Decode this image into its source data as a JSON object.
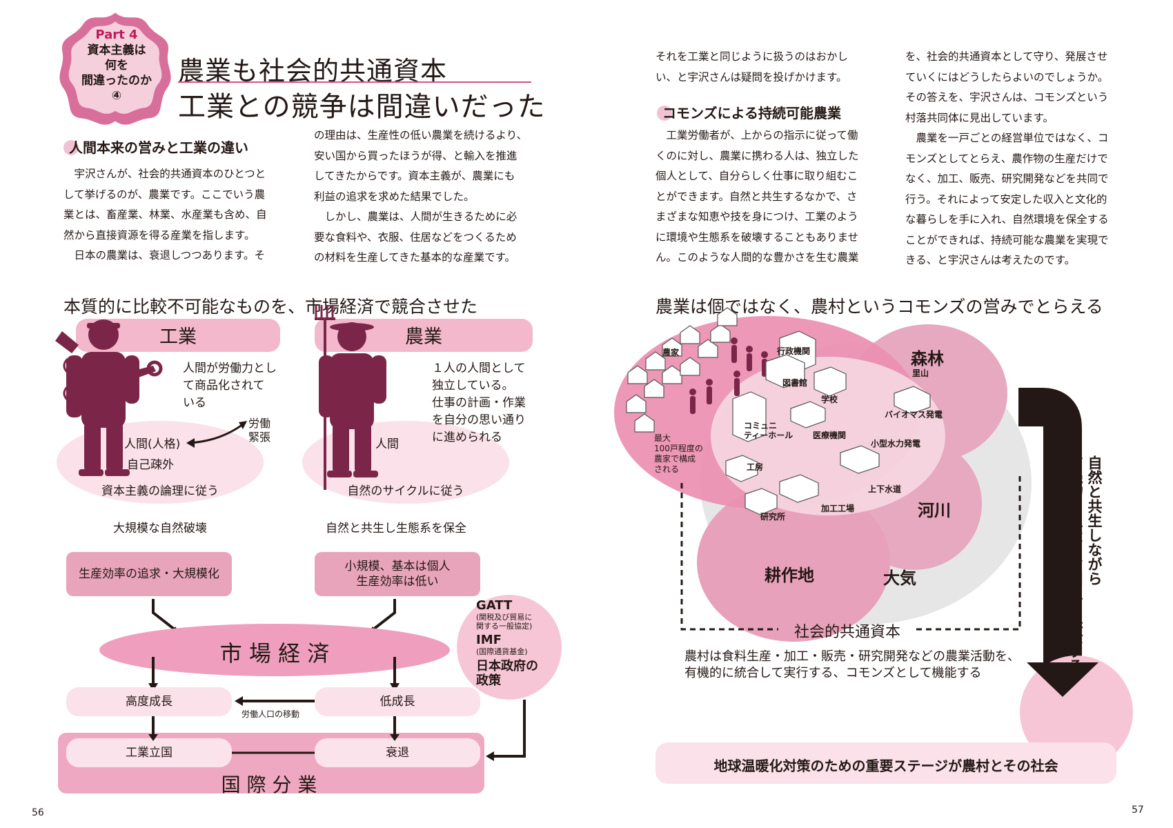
{
  "header": {
    "badge_part": "Part 4",
    "badge_lines": [
      "資本主義は",
      "何を",
      "間違ったのか",
      "④"
    ],
    "title_line1": "農業も社会的共通資本",
    "title_line2": "工業との競争は間違いだった"
  },
  "left_page": {
    "section1_heading": "人間本来の営みと工業の違い",
    "col1": [
      "　宇沢さんが、社会的共通資本のひとつと",
      "して挙げるのが、農業です。ここでいう農",
      "業とは、畜産業、林業、水産業も含め、自",
      "然から直接資源を得る産業を指します。",
      "　日本の農業は、衰退しつつあります。そ"
    ],
    "col2": [
      "の理由は、生産性の低い農業を続けるより、",
      "安い国から買ったほうが得、と輸入を推進",
      "してきたからです。資本主義が、農業にも",
      "利益の追求を求めた結果でした。",
      "　しかし、農業は、人間が生きるために必",
      "要な食料や、衣服、住居などをつくるため",
      "の材料を生産してきた基本的な産業です。"
    ],
    "diagram": {
      "title": "本質的に比較不可能なものを、市場経済で競合させた",
      "industry": {
        "label": "工業",
        "desc": [
          "人間が労働力とし",
          "て商品化されて",
          "いる"
        ],
        "labor": [
          "労働",
          "緊張"
        ],
        "person": "人間(人格)",
        "alienation": "自己疎外",
        "logic": "資本主義の論理に従う",
        "result": "大規模な自然破壊",
        "box": "生産効率の追求・大規模化"
      },
      "agriculture": {
        "label": "農業",
        "desc": [
          "１人の人間として",
          "独立している。",
          "仕事の計画・作業",
          "を自分の思い通り",
          "に進められる"
        ],
        "person": "人間",
        "logic": "自然のサイクルに従う",
        "result": "自然と共生し生態系を保全",
        "box": [
          "小規模、基本は個人",
          "生産効率は低い"
        ]
      },
      "market": "市 場 経 済",
      "policy": {
        "gatt": "GATT",
        "gatt_desc": [
          "(関税及び貿易に",
          "関する一般協定)"
        ],
        "imf": "IMF",
        "imf_desc": "(国際通貨基金)",
        "gov": [
          "日本政府の",
          "政策"
        ]
      },
      "high_growth": "高度成長",
      "low_growth": "低成長",
      "migration": "労働人口の移動",
      "industrial_nation": "工業立国",
      "decline": "衰退",
      "division": "国 際 分 業"
    },
    "page_number": "56"
  },
  "right_page": {
    "col1_top": [
      "それを工業と同じように扱うのはおかし",
      "い、と宇沢さんは疑問を投げかけます。"
    ],
    "section2_heading": "コモンズによる持続可能農業",
    "col1_bottom": [
      "　工業労働者が、上からの指示に従って働",
      "くのに対し、農業に携わる人は、独立した",
      "個人として、自分らしく仕事に取り組むこ",
      "とができます。自然と共生するなかで、さ",
      "まざまな知恵や技を身につけ、工業のよう",
      "に環境や生態系を破壊することもありませ",
      "ん。このような人間的な豊かさを生む農業"
    ],
    "col2": [
      "を、社会的共通資本として守り、発展させ",
      "ていくにはどうしたらよいのでしょうか。",
      "その答えを、宇沢さんは、コモンズという",
      "村落共同体に見出しています。",
      "　農業を一戸ごとの経営単位ではなく、コ",
      "モンズとしてとらえ、農作物の生産だけで",
      "なく、加工、販売、研究開発などを共同で",
      "行う。それによって安定した収入と文化的",
      "な暮らしを手に入れ、自然環境を保全する",
      "ことができれば、持続可能な農業を実現で",
      "きる、と宇沢さんは考えたのです。"
    ],
    "diagram": {
      "title": "農業は個ではなく、農村というコモンズの営みでとらえる",
      "village_labels": {
        "farmhouse": "農家",
        "admin": "行政機関",
        "library": "図書館",
        "school": "学校",
        "community": [
          "コミュニ",
          "ティーホール"
        ],
        "medical": "医療機関",
        "biomass": "バイオマス発電",
        "hydro": "小型水力発電",
        "water": "上下水道",
        "workshop": "工房",
        "research": "研究所",
        "factory": "加工工場",
        "note": [
          "最大",
          "100戸程度の",
          "農家で構成",
          "される"
        ]
      },
      "forest": "森林",
      "satoyama": "里山",
      "river": "河川",
      "farmland": "耕作地",
      "air": "大気",
      "social_capital": "社会的共通資本",
      "arrow_text": [
        "自然と共生しながら",
        "有機物を生産し、国土を保全する"
      ],
      "caption": [
        "農村は食料生産・加工・販売・研究開発などの農業活動を、",
        "有機的に統合して実行する、コモンズとして機能する"
      ],
      "banner": "地球温暖化対策のための重要ステージが農村とその社会"
    },
    "page_number": "57"
  },
  "colors": {
    "accent": "#d94f8c",
    "pink_dark": "#e8799f",
    "pink_mid": "#f3b8cc",
    "pink_light": "#fae1ea",
    "figure": "#7b2648",
    "gray": "#e5e5e5"
  }
}
